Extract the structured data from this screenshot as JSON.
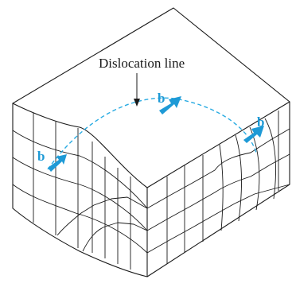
{
  "figure": {
    "caption": "Dislocation line",
    "burgers_label": "b",
    "colors": {
      "ink": "#1a1a1a",
      "dislocation_line": "#29abe2",
      "burgers_vector": "#1e9ad6"
    },
    "icons": [
      "burgers-vector-arrow"
    ]
  }
}
